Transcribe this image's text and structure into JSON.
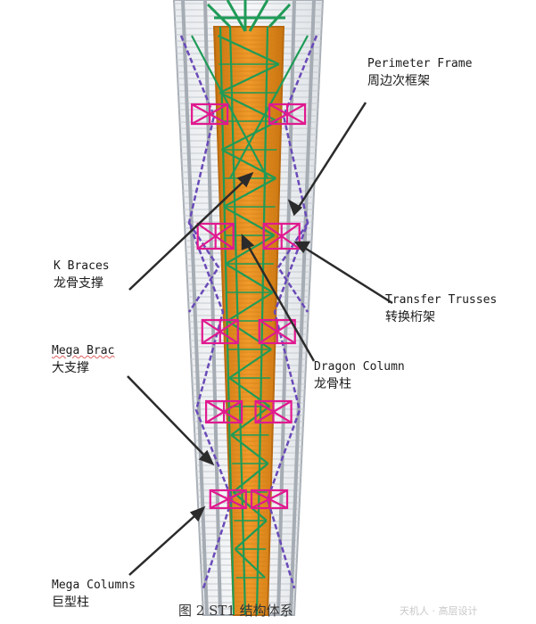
{
  "colors": {
    "core": "#e48d1c",
    "core_edge": "#b86a10",
    "steel_frame": "#b7bcc2",
    "bracing_green": "#1f9b57",
    "mega_brace_purple": "#6a4ab8",
    "truss_magenta": "#e0198f",
    "leader": "#2b2b2b"
  },
  "labels": {
    "perimeter_frame": {
      "en": "Perimeter Frame",
      "zh": "周边次框架"
    },
    "k_braces": {
      "en": "K Braces",
      "zh": "龙骨支撑"
    },
    "transfer_trusses": {
      "en": "Transfer Trusses",
      "zh": "转换桁架"
    },
    "mega_brace": {
      "en": "Mega Brac",
      "zh": "大支撑"
    },
    "dragon_column": {
      "en": "Dragon Column",
      "zh": "龙骨柱"
    },
    "mega_columns": {
      "en": "Mega Columns",
      "zh": "巨型柱"
    }
  },
  "caption": "图 2 ST1 结构体系",
  "watermark": "天机人 ·  高层设计"
}
